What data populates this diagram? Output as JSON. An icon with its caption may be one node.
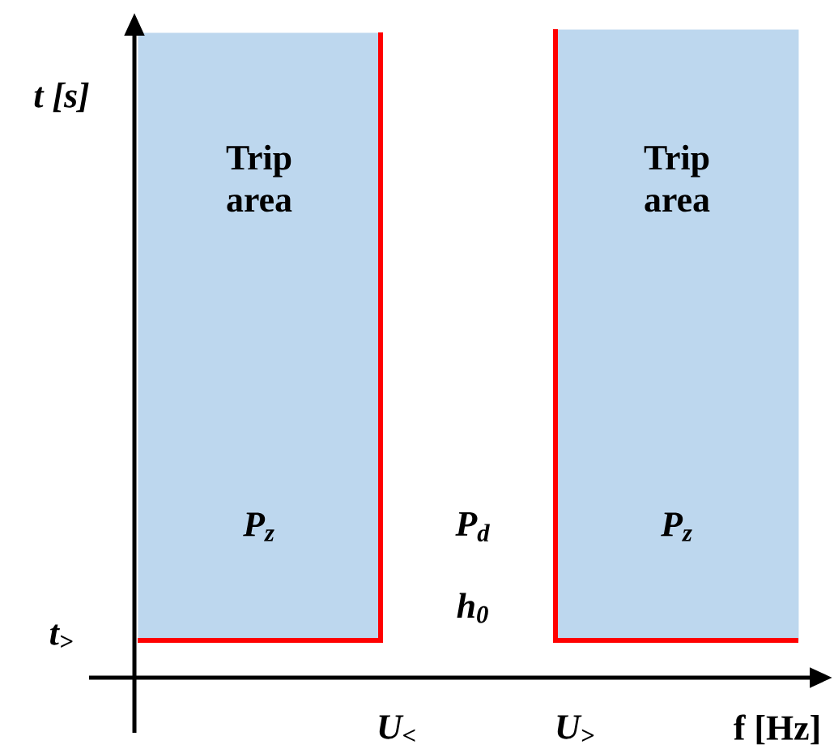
{
  "diagram": {
    "nodes": [
      {
        "text": [
          "Trip area",
          "P$_{z}$"
        ]
      },
      {
        "text": [
          "Trip area",
          "P$_{z}$"
        ]
      }
    ],
    "labels": [
      "t [s]",
      "t$_{>}$",
      "P$_{d}$",
      "h$_{0}$",
      "U$_{<}$",
      "U$_{>}$",
      "f [Hz]"
    ]
  }
}
